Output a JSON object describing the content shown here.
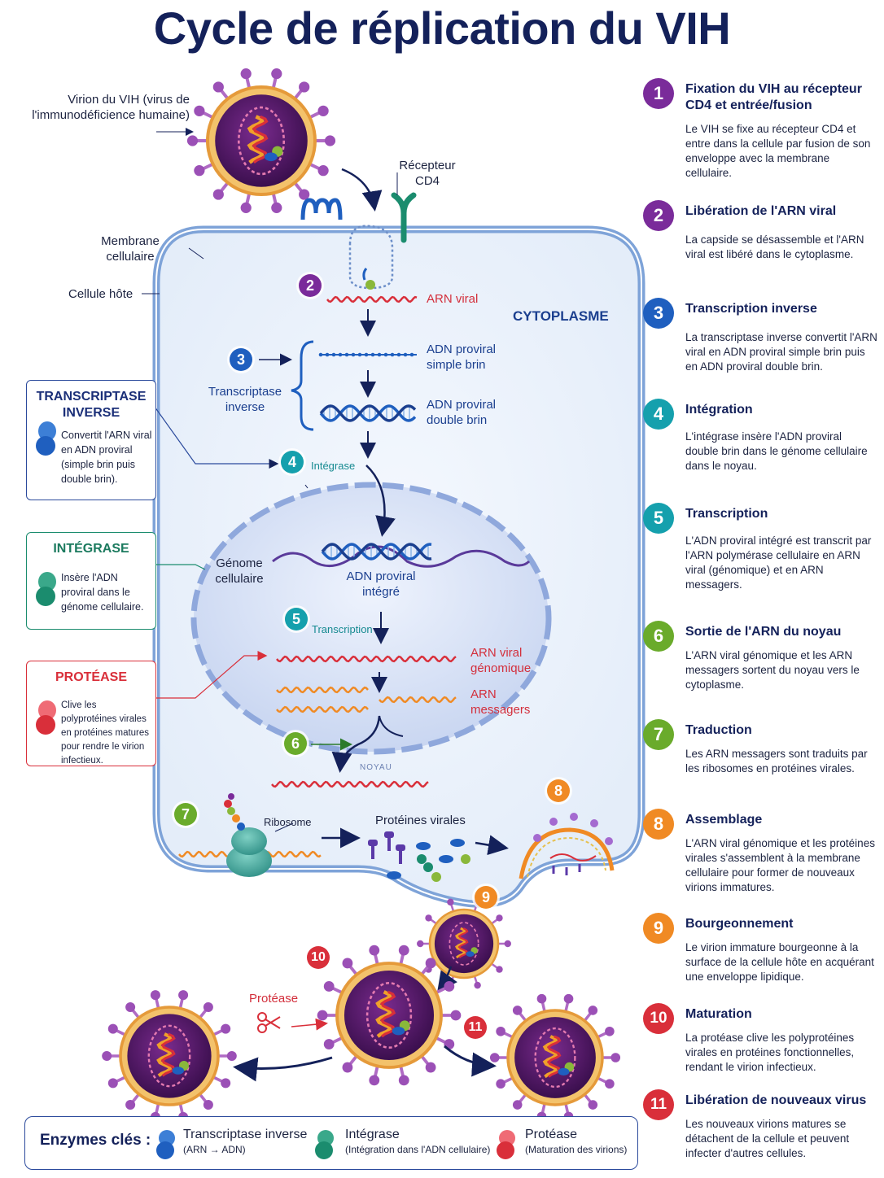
{
  "title": "Cycle de réplication du VIH",
  "colors": {
    "purple": "#7a2b9a",
    "blue": "#1f5fbf",
    "teal": "#15a0ad",
    "green": "#6aab2b",
    "orange": "#f08a24",
    "red": "#d92f3a",
    "navy": "#14215a",
    "membrane": "#7ea3d8"
  },
  "labels": {
    "virion": "Virion du VIH (virus de l'immunodéficience humaine)",
    "receptor": "Récepteur CD4",
    "membrane": "Membrane cellulaire",
    "host_cell": "Cellule hôte",
    "arn_viral": "ARN viral",
    "cytoplasme": "CYTOPLASME",
    "adn_simple": "ADN proviral simple brin",
    "adn_double": "ADN proviral double brin",
    "transcriptase": "Transcriptase inverse",
    "integrase": "Intégrase",
    "genome": "Génome cellulaire",
    "adn_integre": "ADN proviral intégré",
    "transcription": "Transcription",
    "arn_genomique": "ARN viral génomique",
    "arn_messagers": "ARN messagers",
    "noyau": "NOYAU",
    "ribosome": "Ribosome",
    "proteines": "Protéines virales",
    "protease": "Protéase"
  },
  "enzyme_boxes": [
    {
      "title": "TRANSCRIPTASE INVERSE",
      "text": "Convertit l'ARN viral en ADN proviral (simple brin puis double brin).",
      "color": "#1f5fbf"
    },
    {
      "title": "INTÉGRASE",
      "text": "Insère l'ADN proviral dans le génome cellulaire.",
      "color": "#1b8c6e"
    },
    {
      "title": "PROTÉASE",
      "text": "Clive les polyprotéines virales en protéines matures pour rendre le virion infectieux.",
      "color": "#d92f3a"
    }
  ],
  "steps": [
    {
      "num": "1",
      "title": "Fixation du VIH au récepteur CD4 et entrée/fusion",
      "text": "Le VIH se fixe au récepteur CD4 et entre dans la cellule par fusion de son enveloppe avec la membrane cellulaire.",
      "color": "#7a2b9a"
    },
    {
      "num": "2",
      "title": "Libération de l'ARN viral",
      "text": "La capside se désassemble et l'ARN viral est libéré dans le cytoplasme.",
      "color": "#7a2b9a"
    },
    {
      "num": "3",
      "title": "Transcription inverse",
      "text": "La transcriptase inverse convertit l'ARN viral en ADN proviral simple brin puis en ADN proviral double brin.",
      "color": "#1f5fbf"
    },
    {
      "num": "4",
      "title": "Intégration",
      "text": "L'intégrase insère l'ADN proviral double brin dans le génome cellulaire dans le noyau.",
      "color": "#15a0ad"
    },
    {
      "num": "5",
      "title": "Transcription",
      "text": "L'ADN proviral intégré est transcrit par l'ARN polymérase cellulaire en ARN viral (génomique) et en ARN messagers.",
      "color": "#15a0ad"
    },
    {
      "num": "6",
      "title": "Sortie de l'ARN du noyau",
      "text": "L'ARN viral génomique et les ARN messagers sortent du noyau vers le cytoplasme.",
      "color": "#6aab2b"
    },
    {
      "num": "7",
      "title": "Traduction",
      "text": "Les ARN messagers sont traduits par les ribosomes en protéines virales.",
      "color": "#6aab2b"
    },
    {
      "num": "8",
      "title": "Assemblage",
      "text": "L'ARN viral génomique et les protéines virales s'assemblent à la membrane cellulaire pour former de nouveaux virions immatures.",
      "color": "#f08a24"
    },
    {
      "num": "9",
      "title": "Bourgeonnement",
      "text": "Le virion immature bourgeonne à la surface de la cellule hôte en acquérant une enveloppe lipidique.",
      "color": "#f08a24"
    },
    {
      "num": "10",
      "title": "Maturation",
      "text": "La protéase clive les polyprotéines virales en protéines fonctionnelles, rendant le virion infectieux.",
      "color": "#d92f3a"
    },
    {
      "num": "11",
      "title": "Libération de nouveaux virus",
      "text": "Les nouveaux virions matures se détachent de la cellule et peuvent infecter d'autres cellules.",
      "color": "#d92f3a"
    }
  ],
  "legend": {
    "title": "Enzymes clés :",
    "items": [
      {
        "name": "Transcriptase inverse",
        "detail": "(ARN → ADN)",
        "color": "#1f5fbf"
      },
      {
        "name": "Intégrase",
        "detail": "(Intégration dans l'ADN cellulaire)",
        "color": "#1b8c6e"
      },
      {
        "name": "Protéase",
        "detail": "(Maturation des virions)",
        "color": "#d92f3a"
      }
    ]
  }
}
